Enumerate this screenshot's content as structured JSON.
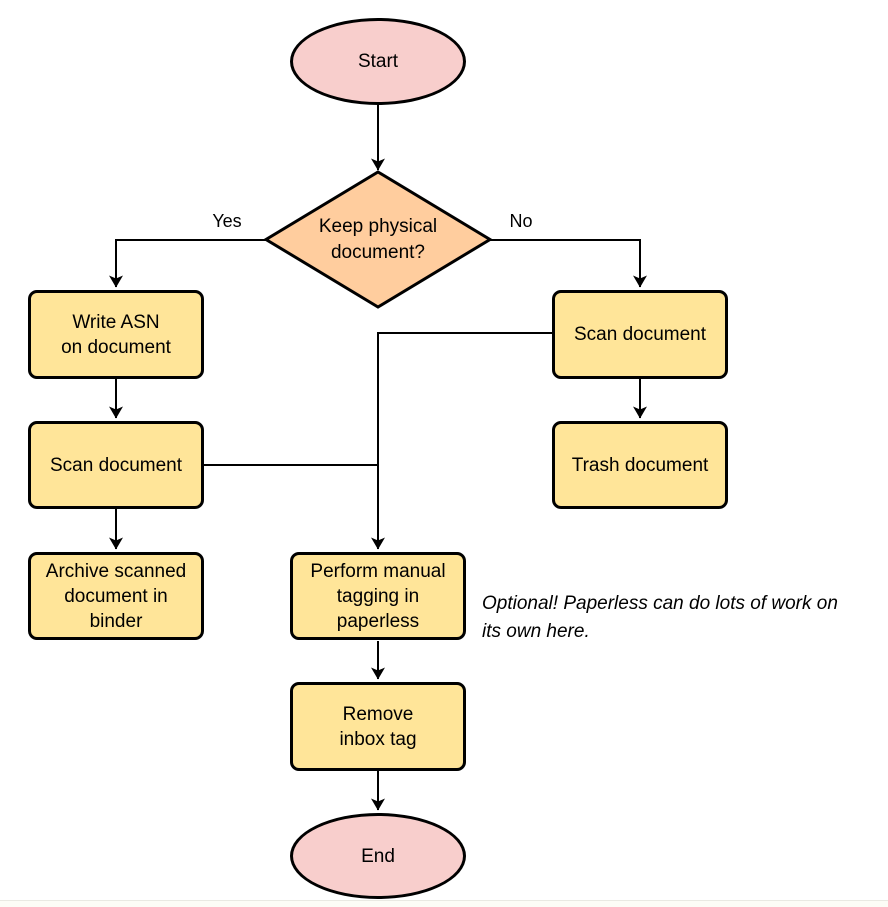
{
  "diagram": {
    "nodes": {
      "start": {
        "label": "Start"
      },
      "decision": {
        "label": "Keep physical\ndocument?"
      },
      "write_asn": {
        "label": "Write ASN\non document"
      },
      "scan_left": {
        "label": "Scan document"
      },
      "archive": {
        "label": "Archive scanned\ndocument in\nbinder"
      },
      "scan_right": {
        "label": "Scan document"
      },
      "trash": {
        "label": "Trash document"
      },
      "tagging": {
        "label": "Perform manual\ntagging in\npaperless"
      },
      "remove_inbox": {
        "label": "Remove\ninbox tag"
      },
      "end": {
        "label": "End"
      }
    },
    "edge_labels": {
      "yes": "Yes",
      "no": "No"
    },
    "annotation": "Optional! Paperless can do lots of work on\nits own here.",
    "colors": {
      "terminal_fill": "#f8cecc",
      "decision_fill": "#ffcd9e",
      "process_fill": "#ffe599",
      "stroke": "#000000",
      "background": "#ffffff"
    }
  }
}
